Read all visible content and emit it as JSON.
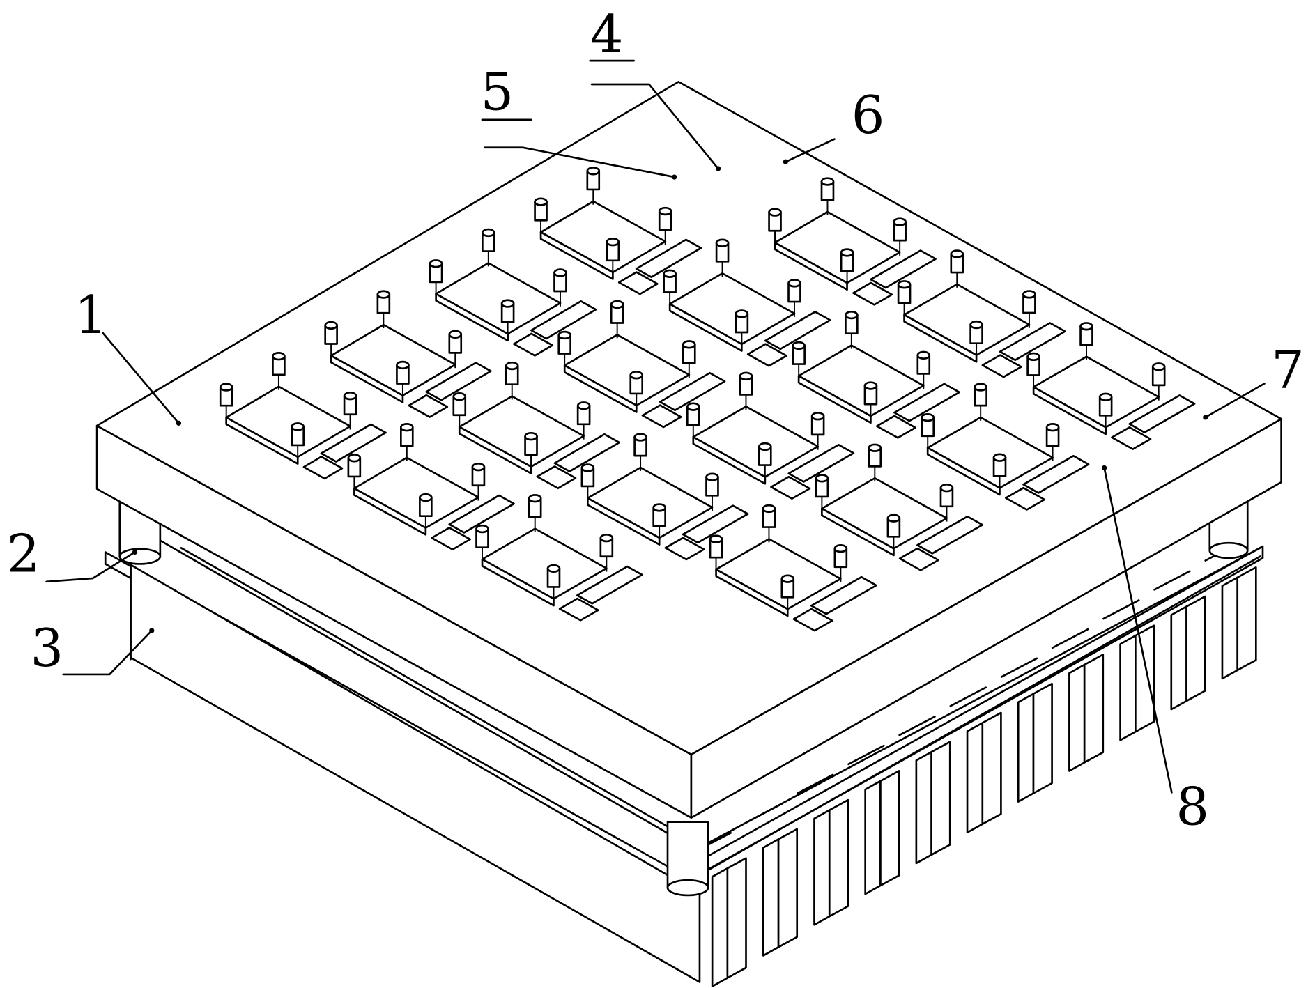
{
  "figure": {
    "type": "isometric patent line drawing",
    "grid": {
      "rows": 4,
      "cols": 5,
      "cells_drawn": 18
    },
    "fin_count": 11,
    "line_color": "#000000",
    "background": "#ffffff"
  },
  "callouts": [
    {
      "id": "1",
      "label": "1"
    },
    {
      "id": "2",
      "label": "2"
    },
    {
      "id": "3",
      "label": "3"
    },
    {
      "id": "4",
      "label": "4"
    },
    {
      "id": "5",
      "label": "5"
    },
    {
      "id": "6",
      "label": "6"
    },
    {
      "id": "7",
      "label": "7"
    },
    {
      "id": "8",
      "label": "8"
    }
  ]
}
